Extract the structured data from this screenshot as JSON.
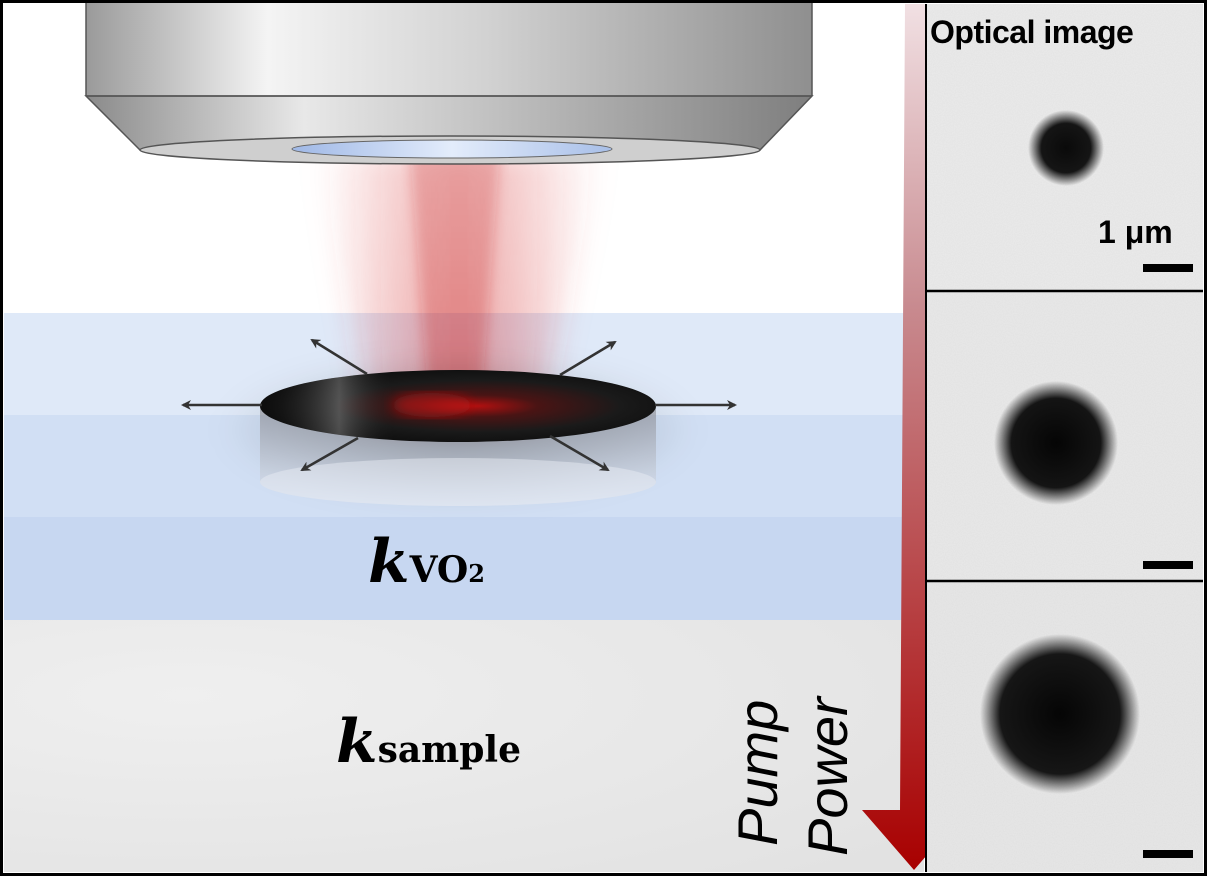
{
  "panel": {
    "title": "Optical image",
    "scale_bar_label": "1 μm"
  },
  "labels": {
    "k_symbol": "k",
    "vo2_sub_main": "VO",
    "vo2_sub_index": "2",
    "sample_sub": "sample",
    "pump_word": "Pump",
    "power_word": "Power"
  },
  "colors": {
    "vo2_layer": "#c9d9f2",
    "sample_layer": "#e8e8e8",
    "laser_red": "#c01515",
    "arrow_dark_red": "#a00000",
    "objective_gray": "#bdbdbd"
  }
}
